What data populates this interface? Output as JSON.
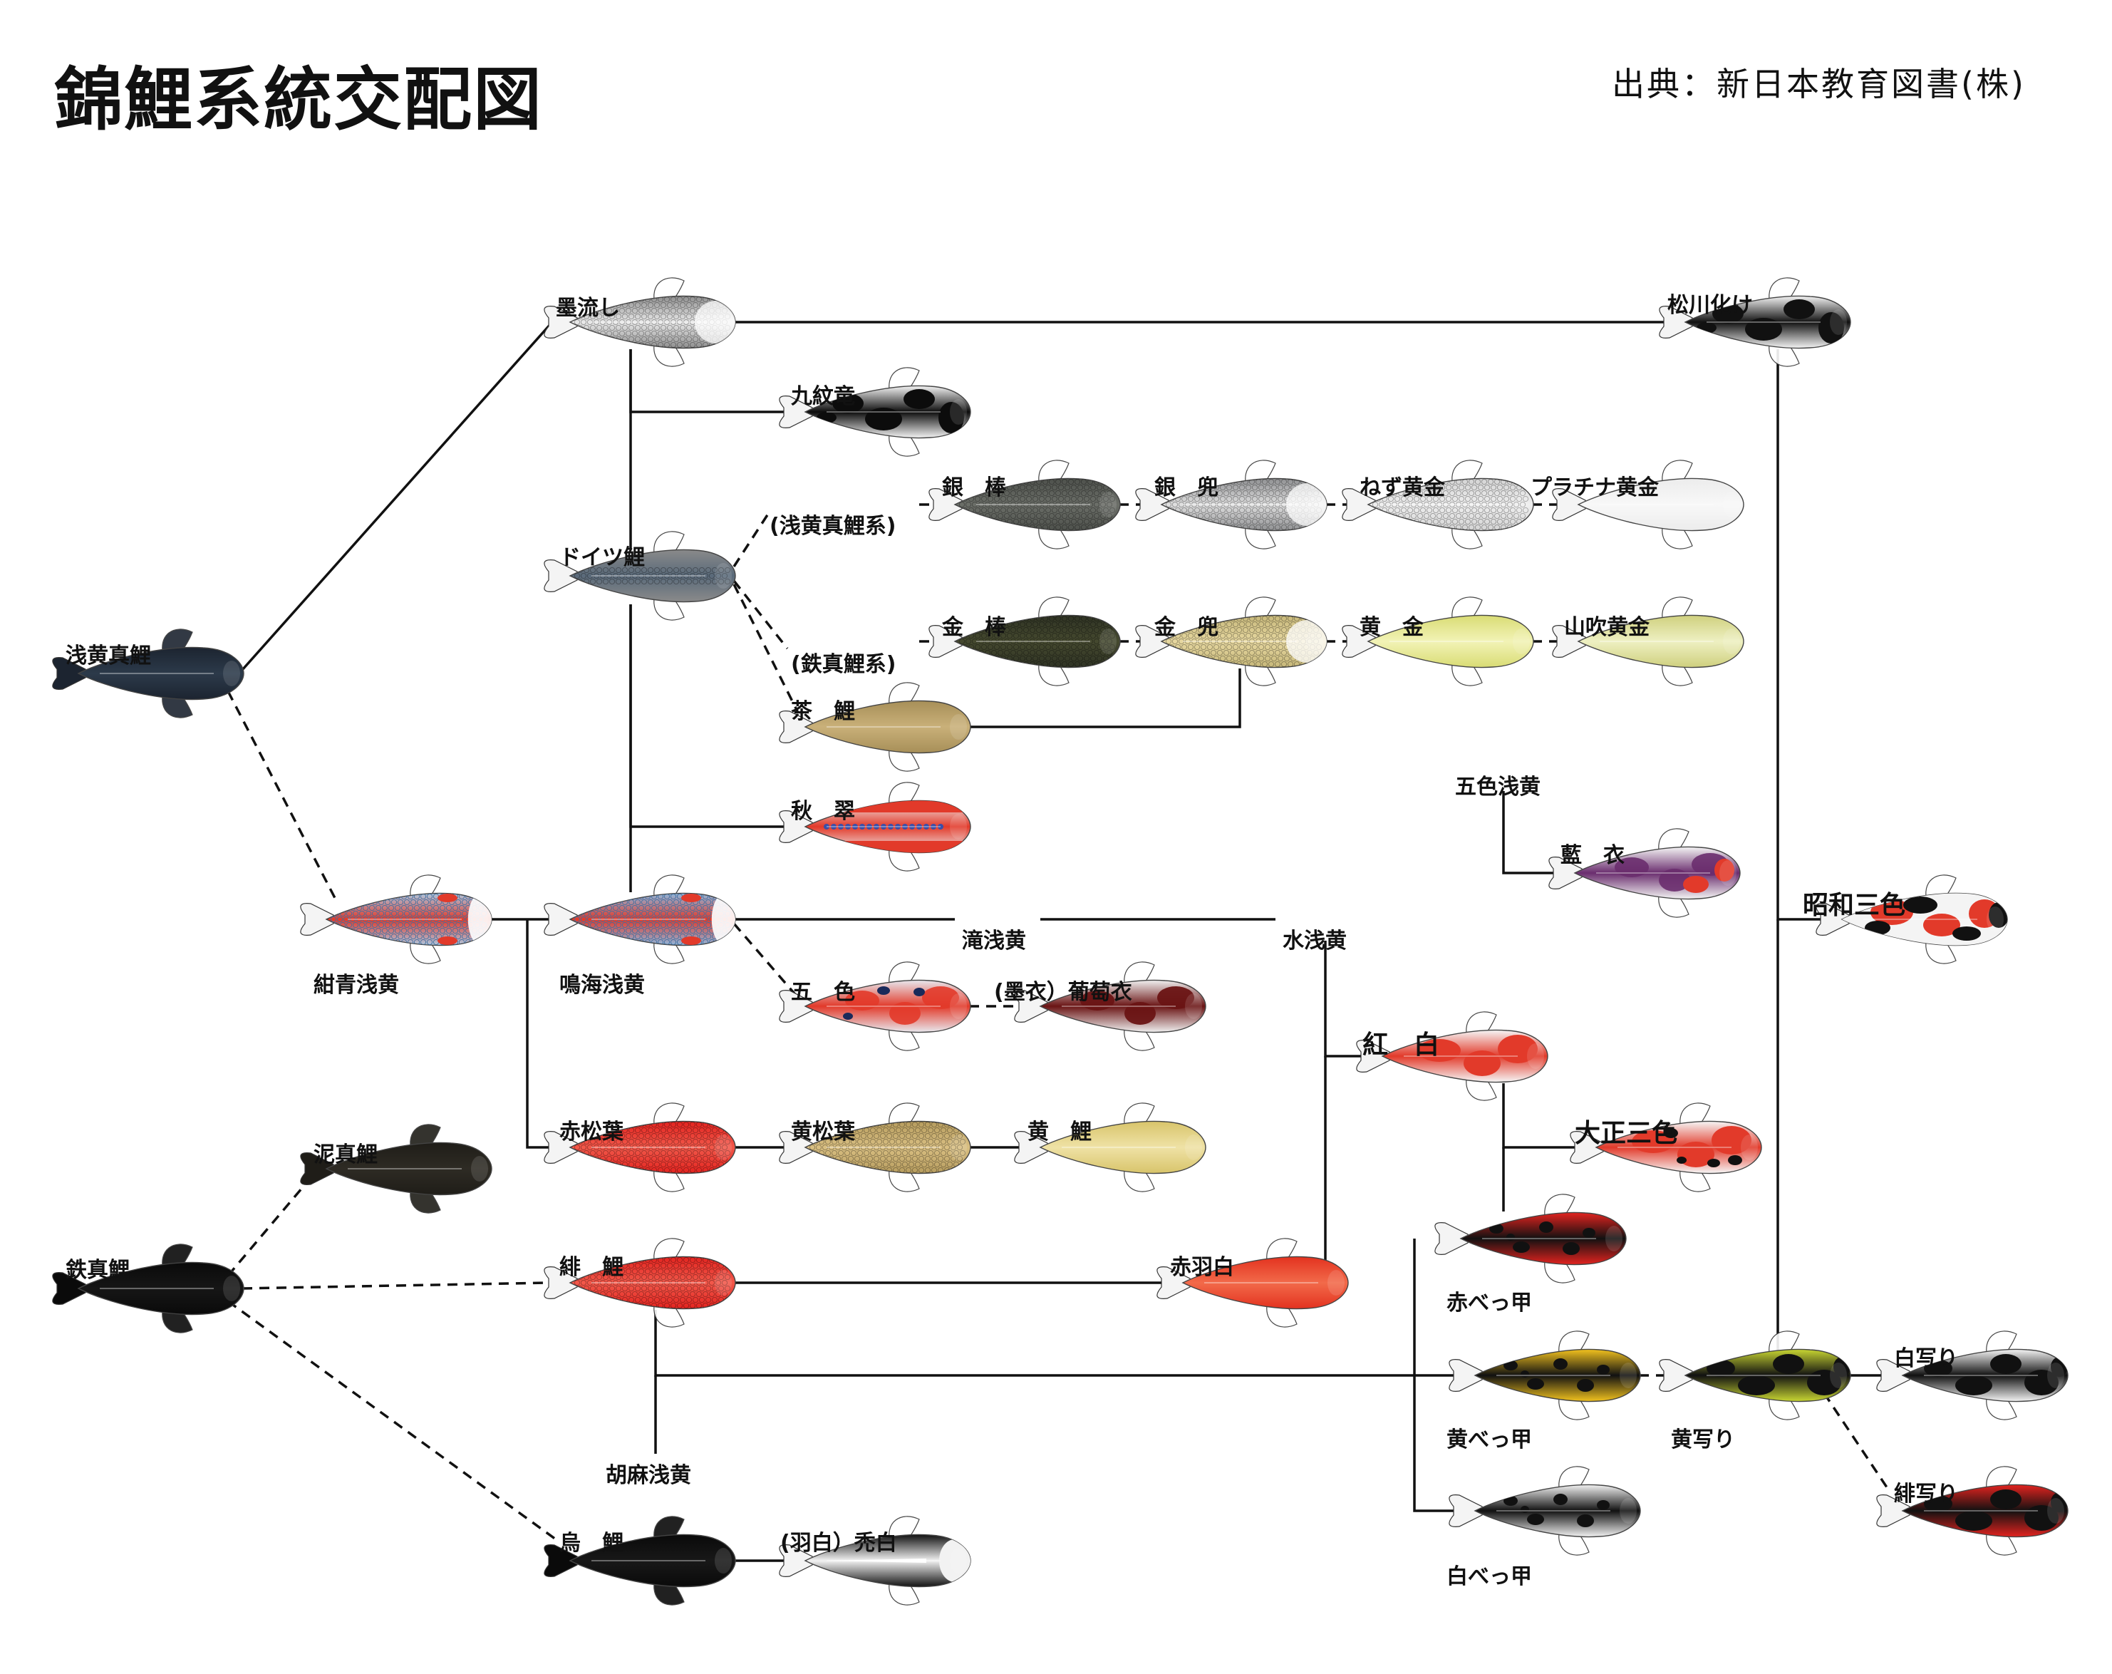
{
  "title": "錦鯉系統交配図",
  "source": "出典：新日本教育図書(株)",
  "nodes": [
    {
      "id": "asagi_magoi",
      "label": "浅黄真鯉",
      "colors": [
        "#1c2430",
        "#2c3a4a"
      ],
      "pattern": "plain"
    },
    {
      "id": "tetsu_magoi",
      "label": "鉄真鯉",
      "colors": [
        "#0a0a0a",
        "#161616"
      ],
      "pattern": "plain"
    },
    {
      "id": "doro_magoi",
      "label": "泥真鯉",
      "colors": [
        "#1f1d18",
        "#2e2b24"
      ],
      "pattern": "plain"
    },
    {
      "id": "sumi_nagashi",
      "label": "墨流し",
      "colors": [
        "#8e8e8e",
        "#e9e9e9"
      ],
      "pattern": "scale-head"
    },
    {
      "id": "matsukawabake",
      "label": "松川化け",
      "colors": [
        "#f4f4f4",
        "#111111"
      ],
      "pattern": "blotch"
    },
    {
      "id": "kumonryu",
      "label": "九紋竜",
      "colors": [
        "#f4f4f4",
        "#0c0c0c"
      ],
      "pattern": "blotch"
    },
    {
      "id": "doitsu_goi",
      "label": "ドイツ鯉",
      "colors": [
        "#8a8a8a",
        "#5a6a7a"
      ],
      "pattern": "stripe"
    },
    {
      "id": "asagi_magoi_kei",
      "label": "(浅黄真鯉系)"
    },
    {
      "id": "gin_bou",
      "label": "銀　棒",
      "colors": [
        "#4e514c",
        "#6b6e68"
      ],
      "pattern": "scale"
    },
    {
      "id": "gin_kabuto",
      "label": "銀　兜",
      "colors": [
        "#8f9092",
        "#e0e0e0"
      ],
      "pattern": "scale-head"
    },
    {
      "id": "nezu_ogon",
      "label": "ねず黄金",
      "colors": [
        "#d4d4d4",
        "#eeeeee"
      ],
      "pattern": "scale"
    },
    {
      "id": "platinum_ogon",
      "label": "プラチナ黄金",
      "colors": [
        "#ececec",
        "#f8f8f8"
      ],
      "pattern": "plain"
    },
    {
      "id": "tetsu_magoi_kei",
      "label": "(鉄真鯉系)"
    },
    {
      "id": "kin_bou",
      "label": "金　棒",
      "colors": [
        "#2f3324",
        "#45492f"
      ],
      "pattern": "scale"
    },
    {
      "id": "kin_kabuto",
      "label": "金　兜",
      "colors": [
        "#c7b87a",
        "#e6d7a0"
      ],
      "pattern": "scale-head"
    },
    {
      "id": "ogon",
      "label": "黄　金",
      "colors": [
        "#d9dc74",
        "#f2f3b6"
      ],
      "pattern": "plain"
    },
    {
      "id": "yamabuki_ogon",
      "label": "山吹黄金",
      "colors": [
        "#cfd07e",
        "#eef0c2"
      ],
      "pattern": "plain"
    },
    {
      "id": "chagoi",
      "label": "茶　鯉",
      "colors": [
        "#a78f58",
        "#c9b079"
      ],
      "pattern": "plain"
    },
    {
      "id": "shusui",
      "label": "秋　翠",
      "colors": [
        "#f0f0f0",
        "#e23a2a"
      ],
      "pattern": "shusui"
    },
    {
      "id": "konjo_asagi",
      "label": "紺青浅黄",
      "colors": [
        "#aec7df",
        "#e23a2a"
      ],
      "pattern": "asagi"
    },
    {
      "id": "narumi_asagi",
      "label": "鳴海浅黄",
      "colors": [
        "#8fb7dc",
        "#e23a2a"
      ],
      "pattern": "asagi"
    },
    {
      "id": "taki_asagi",
      "label": "滝浅黄"
    },
    {
      "id": "mizu_asagi",
      "label": "水浅黄"
    },
    {
      "id": "goshiki_asagi",
      "label": "五色浅黄"
    },
    {
      "id": "aigoromo",
      "label": "藍　衣",
      "colors": [
        "#f4f4f4",
        "#6a2d6e"
      ],
      "pattern": "aigoromo"
    },
    {
      "id": "goshiki",
      "label": "五　色",
      "colors": [
        "#e8e8ee",
        "#e23a2a"
      ],
      "pattern": "goshiki"
    },
    {
      "id": "budo_goromo",
      "label": "(墨衣）葡萄衣",
      "colors": [
        "#f0f0f0",
        "#6a1414"
      ],
      "pattern": "budo"
    },
    {
      "id": "kohaku",
      "label": "紅　白",
      "colors": [
        "#f6f6f6",
        "#e23a2a"
      ],
      "pattern": "kohaku"
    },
    {
      "id": "showa_sanshoku",
      "label": "昭和三色",
      "colors": [
        "#141414",
        "#e23a2a"
      ],
      "pattern": "showa"
    },
    {
      "id": "taisho_sanshoku",
      "label": "大正三色",
      "colors": [
        "#f6f6f6",
        "#e23a2a"
      ],
      "pattern": "sanke"
    },
    {
      "id": "aka_matsuba",
      "label": "赤松葉",
      "colors": [
        "#e3231f",
        "#f2584a"
      ],
      "pattern": "scale"
    },
    {
      "id": "ki_matsuba",
      "label": "黄松葉",
      "colors": [
        "#b69c5e",
        "#d9bf82"
      ],
      "pattern": "scale"
    },
    {
      "id": "kigoi",
      "label": "黄　鯉",
      "colors": [
        "#d8c46a",
        "#efe2a6"
      ],
      "pattern": "plain"
    },
    {
      "id": "higoi",
      "label": "緋　鯉",
      "colors": [
        "#e3231f",
        "#f2584a"
      ],
      "pattern": "scale"
    },
    {
      "id": "aka_hajiro",
      "label": "赤羽白",
      "colors": [
        "#e3321f",
        "#f26a4a"
      ],
      "pattern": "plain"
    },
    {
      "id": "aka_bekko",
      "label": "赤べっ甲",
      "colors": [
        "#e3231f",
        "#111111"
      ],
      "pattern": "bekko"
    },
    {
      "id": "ki_bekko",
      "label": "黄べっ甲",
      "colors": [
        "#f2c21e",
        "#111111"
      ],
      "pattern": "bekko"
    },
    {
      "id": "ki_utsuri",
      "label": "黄写り",
      "colors": [
        "#c8d632",
        "#111111"
      ],
      "pattern": "utsuri"
    },
    {
      "id": "shiro_utsuri",
      "label": "白写り",
      "colors": [
        "#f4f4f4",
        "#111111"
      ],
      "pattern": "utsuri"
    },
    {
      "id": "hi_utsuri",
      "label": "緋写り",
      "colors": [
        "#e3231f",
        "#111111"
      ],
      "pattern": "utsuri"
    },
    {
      "id": "shiro_bekko",
      "label": "白べっ甲",
      "colors": [
        "#f2f2f2",
        "#111111"
      ],
      "pattern": "bekko"
    },
    {
      "id": "goma_asagi",
      "label": "胡麻浅黄"
    },
    {
      "id": "karasugoi",
      "label": "烏　鯉",
      "colors": [
        "#0a0a0a",
        "#181818"
      ],
      "pattern": "plain"
    },
    {
      "id": "hage_shiro",
      "label": "(羽白）禿白",
      "colors": [
        "#111111",
        "#f2f2f2"
      ],
      "pattern": "hageshiro"
    }
  ],
  "edges_solid": [
    [
      "asagi_magoi",
      "sumi_nagashi"
    ],
    [
      "sumi_nagashi",
      "matsukawabake"
    ],
    [
      "sumi_nagashi",
      "kumonryu"
    ],
    [
      "sumi_nagashi",
      "doitsu_goi"
    ],
    [
      "doitsu_goi",
      "shusui"
    ],
    [
      "doitsu_goi",
      "narumi_asagi"
    ],
    [
      "konjo_asagi",
      "narumi_asagi"
    ],
    [
      "konjo_asagi",
      "aka_matsuba"
    ],
    [
      "narumi_asagi",
      "taki_asagi"
    ],
    [
      "taki_asagi",
      "mizu_asagi"
    ],
    [
      "mizu_asagi",
      "kohaku"
    ],
    [
      "aka_hajiro",
      "kohaku"
    ],
    [
      "higoi",
      "aka_hajiro"
    ],
    [
      "aka_matsuba",
      "ki_matsuba"
    ],
    [
      "ki_matsuba",
      "kigoi"
    ],
    [
      "chagoi",
      "kin_kabuto"
    ],
    [
      "goshiki_asagi",
      "aigoromo"
    ],
    [
      "kohaku",
      "taisho_sanshoku"
    ],
    [
      "kohaku",
      "aka_bekko"
    ],
    [
      "matsukawabake",
      "showa_sanshoku"
    ],
    [
      "matsukawabake",
      "ki_utsuri"
    ],
    [
      "ki_utsuri",
      "shiro_utsuri"
    ],
    [
      "higoi",
      "ki_bekko"
    ],
    [
      "higoi",
      "goma_asagi"
    ],
    [
      "aka_bekko",
      "shiro_bekko"
    ],
    [
      "karasugoi",
      "hage_shiro"
    ]
  ],
  "edges_dashed": [
    [
      "asagi_magoi",
      "konjo_asagi"
    ],
    [
      "tetsu_magoi",
      "doro_magoi"
    ],
    [
      "tetsu_magoi",
      "higoi"
    ],
    [
      "tetsu_magoi",
      "karasugoi"
    ],
    [
      "doitsu_goi",
      "asagi_magoi_kei"
    ],
    [
      "doitsu_goi",
      "tetsu_magoi_kei"
    ],
    [
      "doitsu_goi",
      "chagoi"
    ],
    [
      "gin_bou",
      "gin_kabuto"
    ],
    [
      "gin_kabuto",
      "nezu_ogon"
    ],
    [
      "nezu_ogon",
      "platinum_ogon"
    ],
    [
      "kin_bou",
      "kin_kabuto"
    ],
    [
      "kin_kabuto",
      "ogon"
    ],
    [
      "ogon",
      "yamabuki_ogon"
    ],
    [
      "narumi_asagi",
      "goshiki"
    ],
    [
      "goshiki",
      "budo_goromo"
    ],
    [
      "ki_bekko",
      "ki_utsuri"
    ],
    [
      "ki_utsuri",
      "hi_utsuri"
    ]
  ]
}
